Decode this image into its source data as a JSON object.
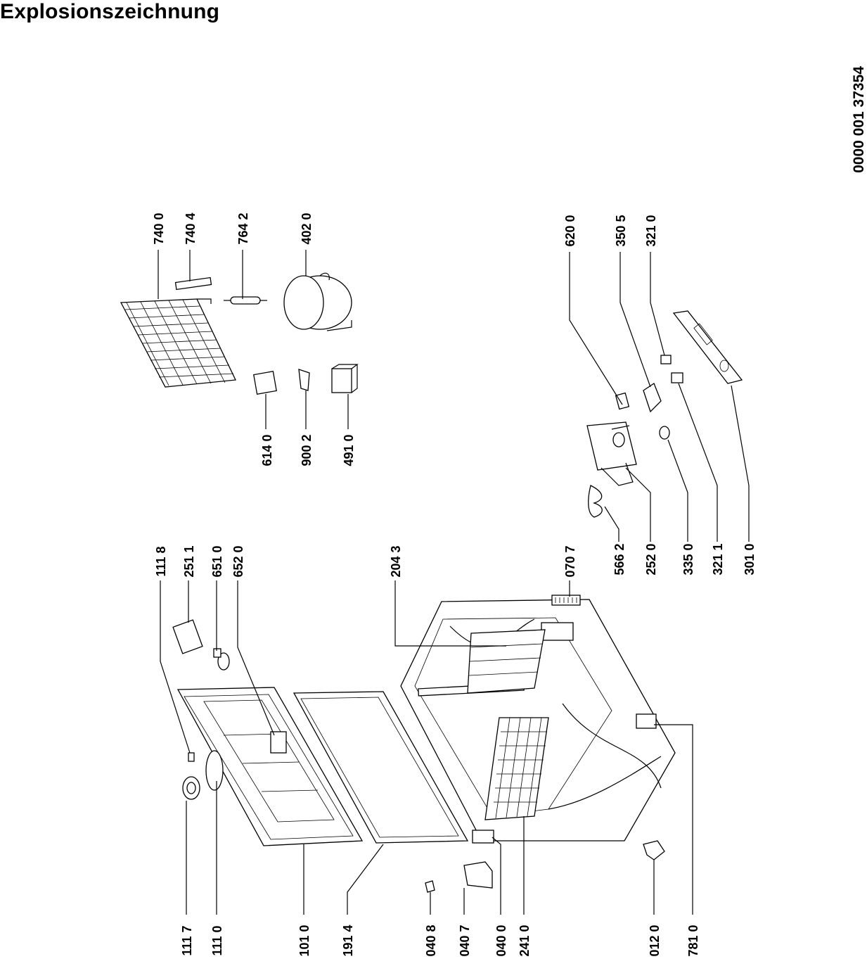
{
  "title": "Explosionszeichnung",
  "document_number": "0000 001 37354",
  "part_labels": [
    "740 0",
    "740 4",
    "764 2",
    "402 0",
    "614 0",
    "900 2",
    "491 0",
    "620 0",
    "350 5",
    "321 0",
    "111 8",
    "251 1",
    "651 0",
    "652 0",
    "204 3",
    "070 7",
    "566 2",
    "252 0",
    "335 0",
    "321 1",
    "301 0",
    "111 7",
    "111 0",
    "101 0",
    "191 4",
    "040 8",
    "040 7",
    "040 0",
    "241 0",
    "012 0",
    "781 0"
  ]
}
